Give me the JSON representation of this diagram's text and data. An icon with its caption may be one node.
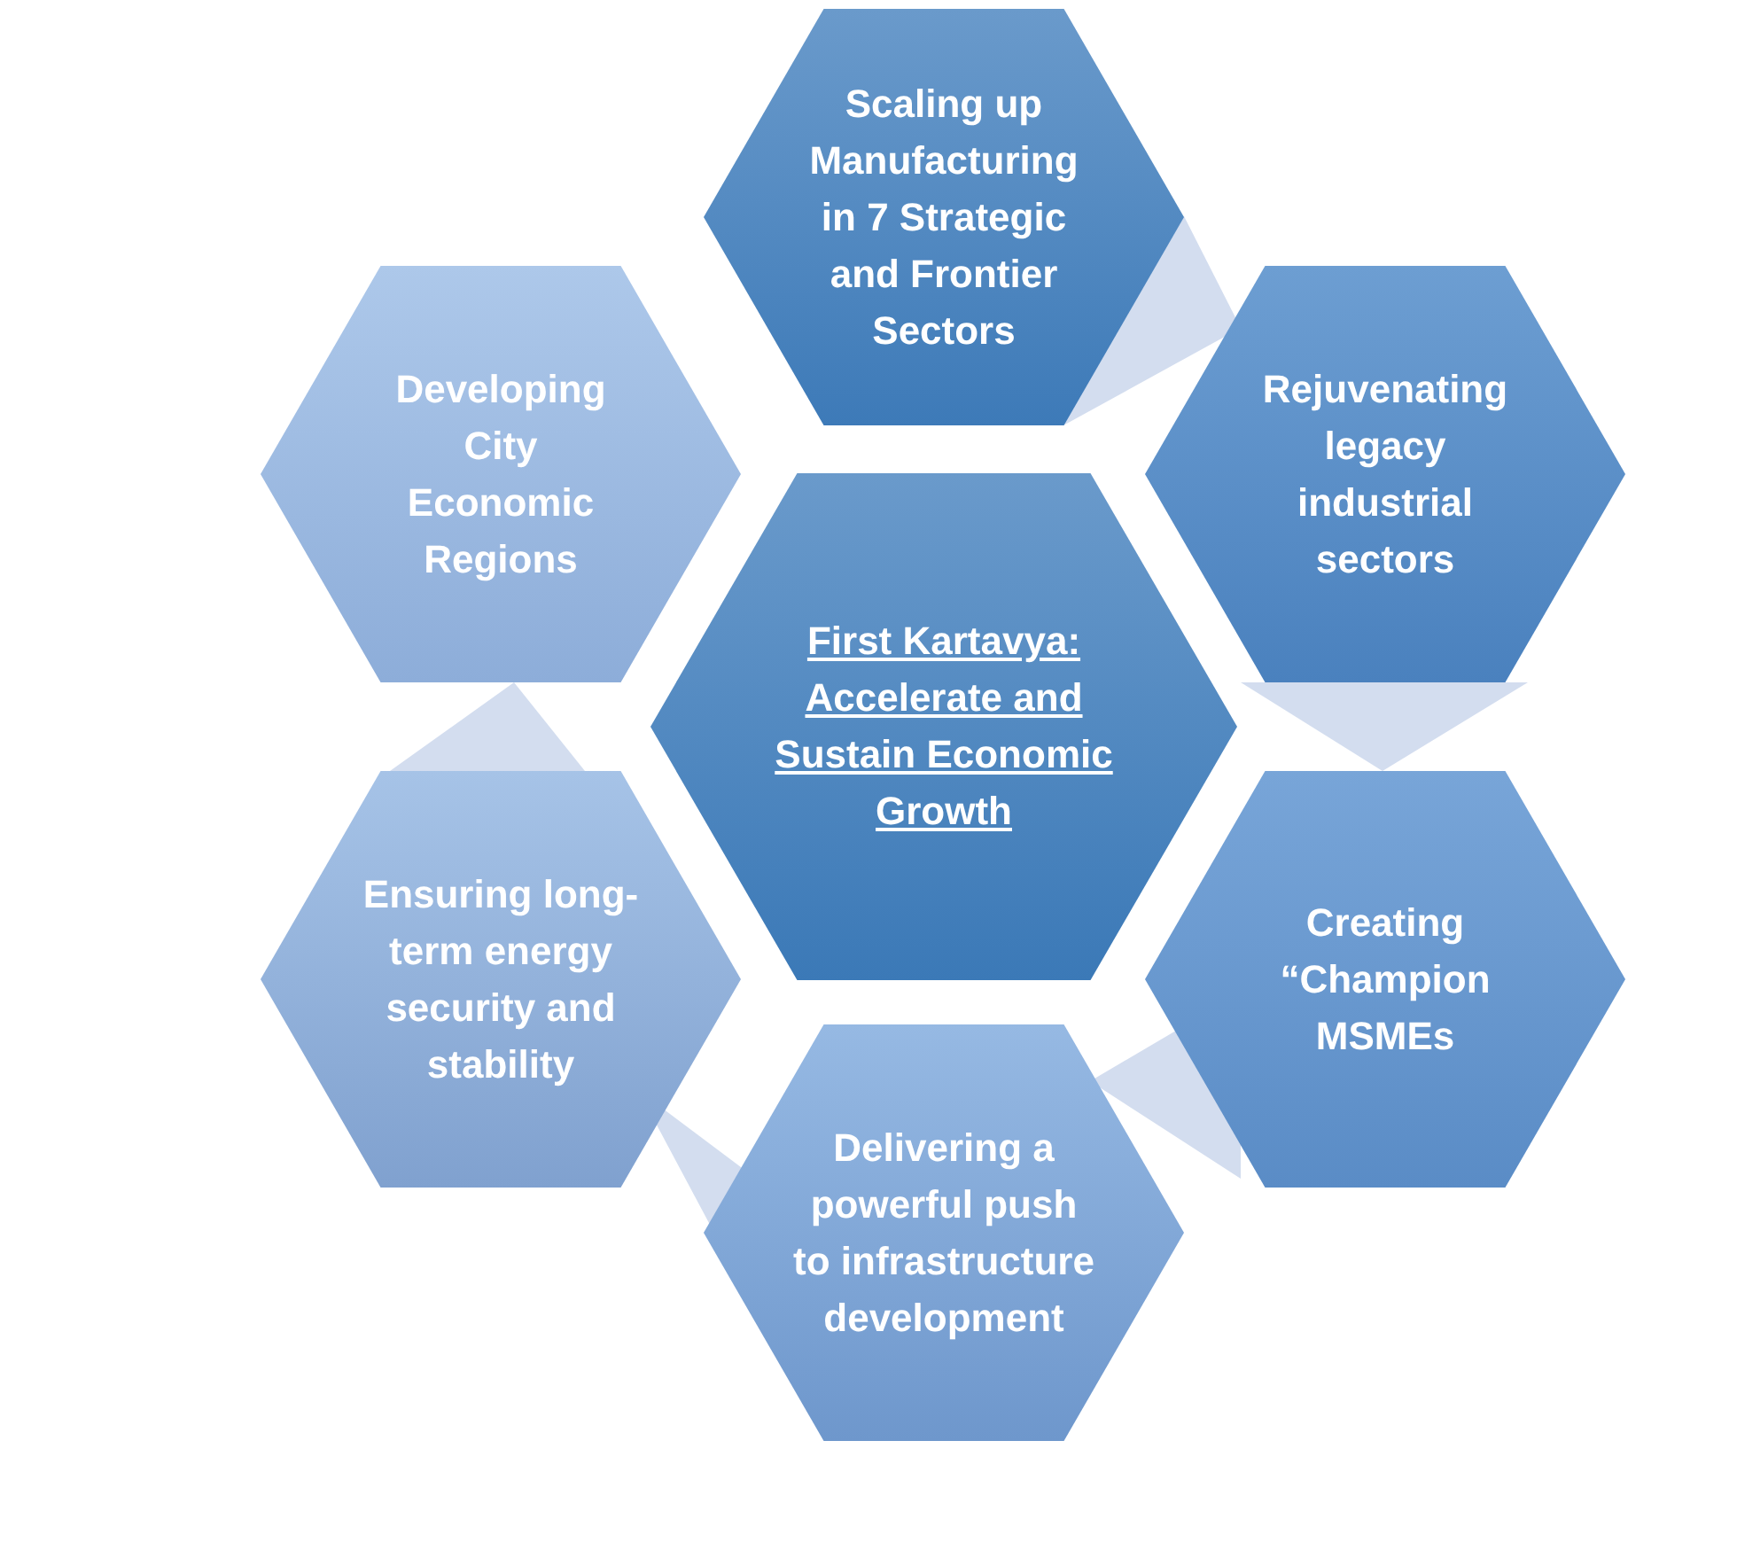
{
  "diagram": {
    "nodes": [
      {
        "text": [
          "First Kartavya: Accelerate and Sustain Economic Growth"
        ]
      },
      {
        "text": [
          "Scaling up Manufacturing in 7 Strategic and Frontier Sectors"
        ]
      },
      {
        "text": [
          "Rejuvenating legacy industrial sectors"
        ]
      },
      {
        "text": [
          "Creating “Champion MSMEs"
        ]
      },
      {
        "text": [
          "Delivering a powerful push to infrastructure development"
        ]
      },
      {
        "text": [
          "Ensuring long-term energy security and stability"
        ]
      },
      {
        "text": [
          "Developing City Economic Regions"
        ]
      }
    ]
  }
}
